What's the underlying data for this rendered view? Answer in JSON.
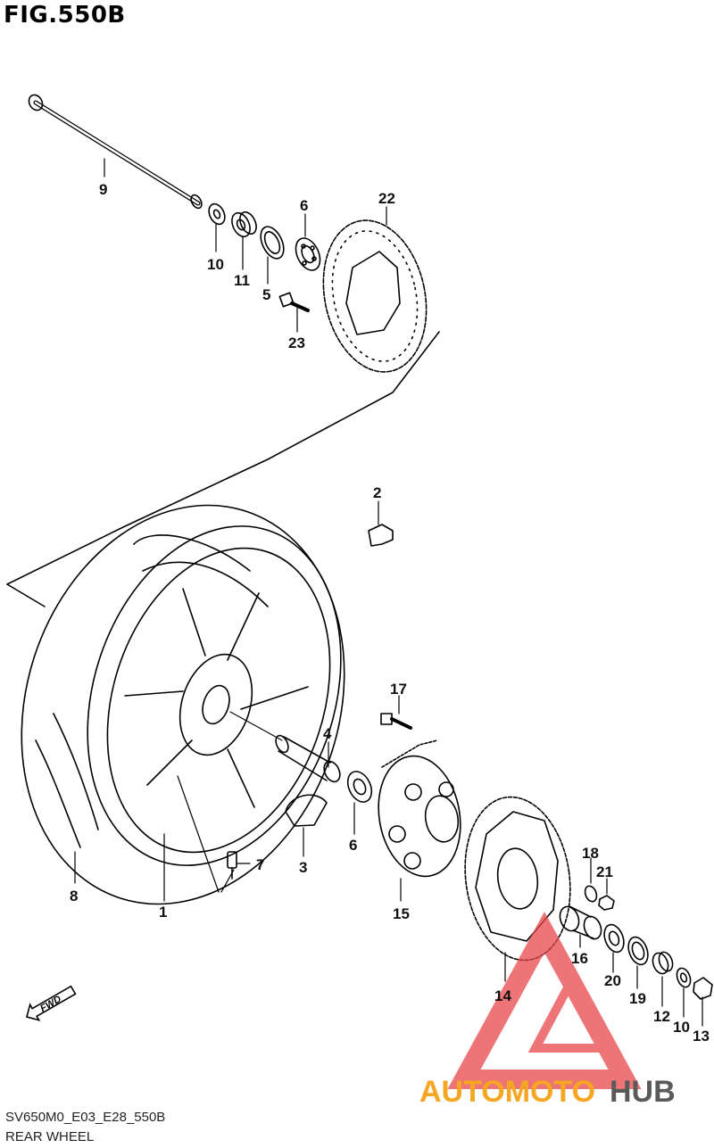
{
  "figure": {
    "title": "FIG.550B",
    "code": "SV650M0_E03_E28_550B",
    "name": "REAR WHEEL"
  },
  "direction_badge": "FWD",
  "watermark": {
    "text_part1": "AUTOMOTO",
    "text_part2": "HUB",
    "color_primary": "#f5a623",
    "color_secondary": "#5a5a5a",
    "triangle_color": "#e8474c"
  },
  "callouts": {
    "c1": "1",
    "c2": "2",
    "c3": "3",
    "c4": "4",
    "c5": "5",
    "c6a": "6",
    "c6b": "6",
    "c7": "7",
    "c8": "8",
    "c9": "9",
    "c10a": "10",
    "c10b": "10",
    "c11": "11",
    "c12": "12",
    "c13": "13",
    "c14": "14",
    "c15": "15",
    "c16": "16",
    "c17": "17",
    "c18": "18",
    "c19": "19",
    "c20": "20",
    "c21": "21",
    "c22": "22",
    "c23": "23"
  },
  "callout_colors": {
    "default": "#111111",
    "highlight": "#c0392b"
  }
}
